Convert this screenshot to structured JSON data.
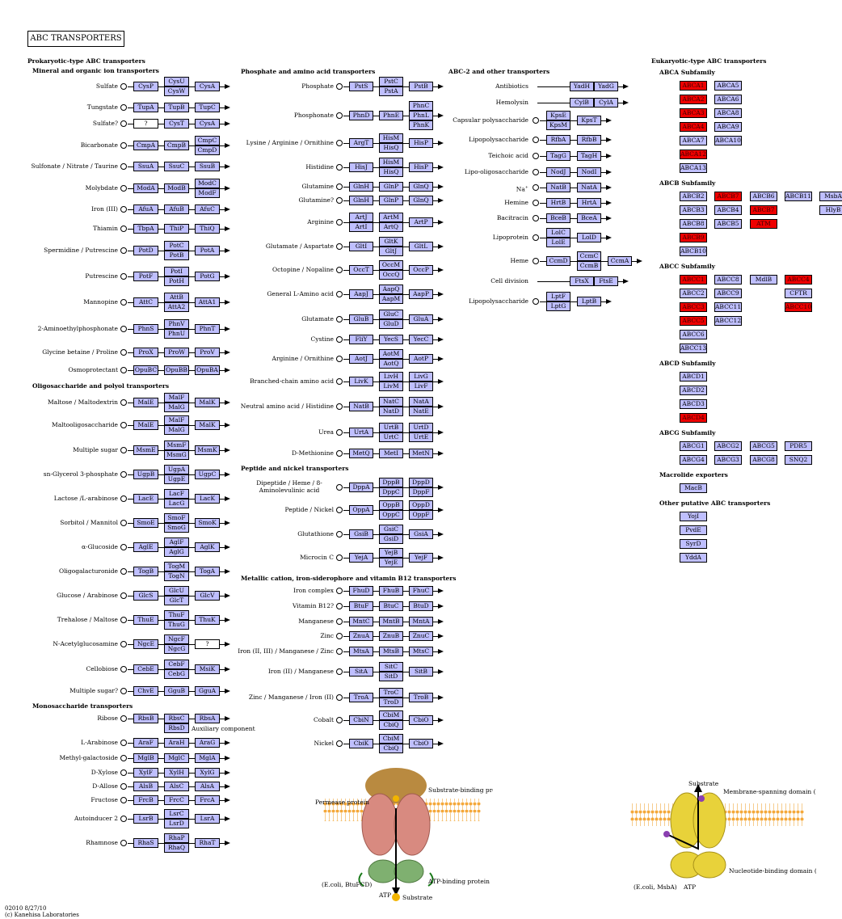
{
  "title": "ABC TRANSPORTERS",
  "sections": {
    "prokaryotic": "Prokaryotic-type ABC transporters",
    "mineral": "Mineral and organic ion transporters",
    "oligo": "Oligosaccharide and polyol transporters",
    "mono": "Monosaccharide transporters",
    "phosphate": "Phosphate and amino acid transporters",
    "peptide": "Peptide and nickel transporters",
    "metallic": "Metallic cation, iron-siderophore and vitamin B12 transporters",
    "abc2": "ABC-2 and other transporters",
    "eukaryotic": "Eukaryotic-type ABC transporters"
  },
  "col1_rows": [
    {
      "label": "Sulfate",
      "genes": [
        "CysP",
        [
          "CysU",
          "CysW"
        ],
        "CysA"
      ]
    },
    {
      "label": "Tungstate",
      "genes": [
        "TupA",
        "TupB",
        "TupC"
      ]
    },
    {
      "label": "Sulfate?",
      "genes": [
        "?",
        "CysT",
        "CysA"
      ]
    },
    {
      "label": "Bicarbonate",
      "genes": [
        "CmpA",
        "CmpB",
        [
          "CmpC",
          "CmpD"
        ]
      ]
    },
    {
      "label": "Sulfonate / Nitrate / Taurine",
      "genes": [
        "SsuA",
        "SsuC",
        "SsuB"
      ]
    },
    {
      "label": "Molybdate",
      "genes": [
        "ModA",
        "ModB",
        [
          "ModC",
          "ModF"
        ]
      ]
    },
    {
      "label": "Iron (III)",
      "genes": [
        "AfuA",
        "AfuB",
        "AfuC"
      ]
    },
    {
      "label": "Thiamin",
      "genes": [
        "TbpA",
        "ThiP",
        "ThiQ"
      ]
    },
    {
      "label": "Spermidine / Putrescine",
      "genes": [
        "PotD",
        [
          "PotC",
          "PotB"
        ],
        "PotA"
      ]
    },
    {
      "label": "Putrescine",
      "genes": [
        "PotF",
        [
          "PotI",
          "PotH"
        ],
        "PotG"
      ]
    },
    {
      "label": "Mannopine",
      "genes": [
        "AttC",
        [
          "AttB",
          "AttA2"
        ],
        "AttA1"
      ]
    },
    {
      "label": "2-Aminoethylphosphonate",
      "genes": [
        "PhnS",
        [
          "PhnV",
          "PhnU"
        ],
        "PhnT"
      ]
    },
    {
      "label": "Glycine betaine / Proline",
      "genes": [
        "ProX",
        "ProW",
        "ProV"
      ]
    },
    {
      "label": "Osmoprotectant",
      "genes": [
        "OpuBC",
        "OpuBB",
        "OpuBA"
      ]
    },
    {
      "label": "Maltose / Maltodextrin",
      "genes": [
        "MalE",
        [
          "MalF",
          "MalG"
        ],
        "MalK"
      ]
    },
    {
      "label": "Maltooligosaccharide",
      "genes": [
        "MalE",
        [
          "MalF",
          "MalG"
        ],
        "MalK"
      ]
    },
    {
      "label": "Multiple sugar",
      "genes": [
        "MsmE",
        [
          "MsmF",
          "MsmG"
        ],
        "MsmK"
      ]
    },
    {
      "label": "sn-Glycerol 3-phosphate",
      "genes": [
        "UgpB",
        [
          "UgpA",
          "UgpE"
        ],
        "UgpC"
      ]
    },
    {
      "label": "Lactose /L-arabinose",
      "genes": [
        "LacE",
        [
          "LacF",
          "LacG"
        ],
        "LacK"
      ]
    },
    {
      "label": "Sorbitol / Mannitol",
      "genes": [
        "SmoE",
        [
          "SmoF",
          "SmoG"
        ],
        "SmoK"
      ]
    },
    {
      "label": "α-Glucoside",
      "genes": [
        "AglE",
        [
          "AglF",
          "AglG"
        ],
        "AglK"
      ]
    },
    {
      "label": "Oligogalacturonide",
      "genes": [
        "TogB",
        [
          "TogM",
          "TogN"
        ],
        "TogA"
      ]
    },
    {
      "label": "Glucose / Arabinose",
      "genes": [
        "GlcS",
        [
          "GlcU",
          "GlcT"
        ],
        "GlcV"
      ]
    },
    {
      "label": "Trehalose / Maltose",
      "genes": [
        "ThuE",
        [
          "ThuF",
          "ThuG"
        ],
        "ThuK"
      ]
    },
    {
      "label": "N-Acetylglucosamine",
      "genes": [
        "NgcE",
        [
          "NgcF",
          "NgcG"
        ],
        "?"
      ]
    },
    {
      "label": "Cellobiose",
      "genes": [
        "CebE",
        [
          "CebF",
          "CebG"
        ],
        "MsiK"
      ]
    },
    {
      "label": "Multiple sugar?",
      "genes": [
        "ChvE",
        "GguB",
        "GguA"
      ]
    },
    {
      "label": "Ribose",
      "genes": [
        "RbsB",
        "RbsC",
        "RbsA"
      ],
      "extra": [
        "RbsD"
      ]
    },
    {
      "label": "L-Arabinose",
      "genes": [
        "AraF",
        "AraH",
        "AraG"
      ]
    },
    {
      "label": "Methyl-galactoside",
      "genes": [
        "MglB",
        "MglC",
        "MglA"
      ]
    },
    {
      "label": "D-Xylose",
      "genes": [
        "XylF",
        "XylH",
        "XylG"
      ]
    },
    {
      "label": "D-Allose",
      "genes": [
        "AlsB",
        "AlsC",
        "AlsA"
      ]
    },
    {
      "label": "Fructose",
      "genes": [
        "FrcB",
        "FrcC",
        "FrcA"
      ]
    },
    {
      "label": "Autoinducer 2",
      "genes": [
        "LsrB",
        [
          "LsrC",
          "LsrD"
        ],
        "LsrA"
      ]
    },
    {
      "label": "Rhamnose",
      "genes": [
        "RhaS",
        [
          "RhaP",
          "RhaQ"
        ],
        "RhaT"
      ]
    }
  ],
  "auxiliary_component": "Auxiliary component",
  "col2_rows": [
    {
      "label": "Phosphate",
      "genes": [
        "PstS",
        [
          "PstC",
          "PstA"
        ],
        "PstB"
      ]
    },
    {
      "label": "Phosphonate",
      "genes": [
        "PhnD",
        "PhnE",
        [
          "PhnC",
          "PhnL",
          "PhnK"
        ]
      ]
    },
    {
      "label": "Lysine / Arginine / Ornithine",
      "genes": [
        "ArgT",
        [
          "HisM",
          "HisQ"
        ],
        "HisP"
      ]
    },
    {
      "label": "Histidine",
      "genes": [
        "HisJ",
        [
          "HisM",
          "HisQ"
        ],
        "HisP"
      ]
    },
    {
      "label": "Glutamine",
      "genes": [
        "GlnH",
        "GlnP",
        "GlnQ"
      ]
    },
    {
      "label": "Glutamine?",
      "genes": [
        "GlnH",
        "GlnP",
        "GlnQ"
      ]
    },
    {
      "label": "Arginine",
      "genes": [
        [
          "ArtJ",
          "ArtI"
        ],
        [
          "ArtM",
          "ArtQ"
        ],
        "ArtP"
      ]
    },
    {
      "label": "Glutamate / Aspartate",
      "genes": [
        "GltI",
        [
          "GltK",
          "GltJ"
        ],
        "GltL"
      ]
    },
    {
      "label": "Octopine / Nopaline",
      "genes": [
        "OccT",
        [
          "OccM",
          "OccQ"
        ],
        "OccP"
      ]
    },
    {
      "label": "General L-Amino acid",
      "genes": [
        "AapJ",
        [
          "AapQ",
          "AapM"
        ],
        "AapP"
      ]
    },
    {
      "label": "Glutamate",
      "genes": [
        "GluB",
        [
          "GluC",
          "GluD"
        ],
        "GluA"
      ]
    },
    {
      "label": "Cystine",
      "genes": [
        "FliY",
        "YecS",
        "YecC"
      ]
    },
    {
      "label": "Arginine / Ornithine",
      "genes": [
        "AotJ",
        [
          "AotM",
          "AotQ"
        ],
        "AotP"
      ]
    },
    {
      "label": "Branched-chain amino acid",
      "genes": [
        "LivK",
        [
          "LivH",
          "LivM"
        ],
        [
          "LivG",
          "LivF"
        ]
      ]
    },
    {
      "label": "Neutral amino acid / Histidine",
      "genes": [
        "NatB",
        [
          "NatC",
          "NatD"
        ],
        [
          "NatA",
          "NatE"
        ]
      ]
    },
    {
      "label": "Urea",
      "genes": [
        "UrtA",
        [
          "UrtB",
          "UrtC"
        ],
        [
          "UrtD",
          "UrtE"
        ]
      ]
    },
    {
      "label": "D-Methionine",
      "genes": [
        "MetQ",
        "MetI",
        "MetN"
      ]
    },
    {
      "label": "Dipeptide / Heme / 8-Aminolevulinic acid",
      "genes": [
        "DppA",
        [
          "DppB",
          "DppC"
        ],
        [
          "DppD",
          "DppF"
        ]
      ]
    },
    {
      "label": "Peptide / Nickel",
      "genes": [
        "OppA",
        [
          "OppB",
          "OppC"
        ],
        [
          "OppD",
          "OppF"
        ]
      ]
    },
    {
      "label": "Glutathione",
      "genes": [
        "GsiB",
        [
          "GsiC",
          "GsiD"
        ],
        "GsiA"
      ]
    },
    {
      "label": "Microcin C",
      "genes": [
        "YejA",
        [
          "YejB",
          "YejE"
        ],
        "YejF"
      ]
    },
    {
      "label": "Iron complex",
      "genes": [
        "FhuD",
        "FhuB",
        "FhuC"
      ]
    },
    {
      "label": "Vitamin B12?",
      "genes": [
        "BtuF",
        "BtuC",
        "BtuD"
      ]
    },
    {
      "label": "Manganese",
      "genes": [
        "MntC",
        "MntB",
        "MntA"
      ]
    },
    {
      "label": "Zinc",
      "genes": [
        "ZnuA",
        "ZnuB",
        "ZnuC"
      ]
    },
    {
      "label": "Iron (II, III) / Manganese / Zinc",
      "genes": [
        "MtsA",
        "MtsB",
        "MtsC"
      ]
    },
    {
      "label": "Iron (II) / Manganese",
      "genes": [
        "SitA",
        [
          "SitC",
          "SitD"
        ],
        "SitB"
      ]
    },
    {
      "label": "Zinc / Manganese / Iron (II)",
      "genes": [
        "TroA",
        [
          "TroC",
          "TroD"
        ],
        "TroB"
      ]
    },
    {
      "label": "Cobalt",
      "genes": [
        "CbiN",
        [
          "CbiM",
          "CbiQ"
        ],
        "CbiO"
      ]
    },
    {
      "label": "Nickel",
      "genes": [
        "CbiK",
        [
          "CbiM",
          "CbiQ"
        ],
        "CbiO"
      ]
    }
  ],
  "col3_rows": [
    {
      "label": "Antibiotics",
      "genes": [
        "YadH",
        "YadG"
      ]
    },
    {
      "label": "Hemolysin",
      "genes": [
        "CylB",
        "CylA"
      ]
    },
    {
      "label": "Capsular polysaccharide",
      "genes": [
        [
          "KpsE",
          "KpsM"
        ],
        "KpsT"
      ]
    },
    {
      "label": "Lipopolysaccharide",
      "genes": [
        "RfbA",
        "RfbB"
      ]
    },
    {
      "label": "Teichoic acid",
      "genes": [
        "TagG",
        "TagH"
      ]
    },
    {
      "label": "Lipo-oligosaccharide",
      "genes": [
        "NodJ",
        "NodI"
      ]
    },
    {
      "label": "Na+",
      "genes": [
        "NatB",
        "NatA"
      ]
    },
    {
      "label": "Hemine",
      "genes": [
        "HrtB",
        "HrtA"
      ]
    },
    {
      "label": "Bacitracin",
      "genes": [
        "BceB",
        "BceA"
      ]
    },
    {
      "label": "Lipoprotein",
      "genes": [
        [
          "LolC",
          "LolE"
        ],
        "LolD"
      ]
    },
    {
      "label": "Heme",
      "genes": [
        "CcmD",
        [
          "CcmC",
          "CcmB"
        ],
        "CcmA"
      ]
    },
    {
      "label": "Cell division",
      "genes": [
        "FtsX",
        "FtsE"
      ]
    },
    {
      "label": "Lipopolysaccharide",
      "genes": [
        [
          "LptF",
          "LptG"
        ],
        "LptB"
      ]
    }
  ],
  "euk_groups": [
    {
      "name": "ABCA Subfamily",
      "rows": [
        [
          "ABCA1",
          "ABCA5"
        ],
        [
          "ABCA2",
          "ABCA6"
        ],
        [
          "ABCA3",
          "ABCA8"
        ],
        [
          "ABCA4",
          "ABCA9"
        ],
        [
          "ABCA7",
          "ABCA10"
        ],
        [
          "ABCA12"
        ],
        [
          "ABCA13"
        ]
      ]
    },
    {
      "name": "ABCB Subfamily",
      "rows": [
        [
          "ABCB2",
          "ABCB7",
          "ABCB6",
          "ABCB11",
          "MsbA"
        ],
        [
          "ABCB3",
          "ABCB4",
          "ABCB7b",
          "",
          "HlyB"
        ],
        [
          "ABCB8",
          "ABCB5",
          "ATM1"
        ],
        [
          "ABCB9"
        ],
        [
          "ABCB10"
        ]
      ]
    },
    {
      "name": "ABCC Subfamily",
      "rows": [
        [
          "ABCC1",
          "ABCC8",
          "MdlB",
          "ABCC4"
        ],
        [
          "ABCC2",
          "ABCC9",
          "",
          "CFTR"
        ],
        [
          "ABCC3",
          "ABCC11",
          "",
          "ABCC10"
        ],
        [
          "ABCC5",
          "ABCC12"
        ],
        [
          "ABCC6"
        ],
        [
          "ABCC13"
        ]
      ]
    },
    {
      "name": "ABCD Subfamily",
      "rows": [
        [
          "ABCD1"
        ],
        [
          "ABCD2"
        ],
        [
          "ABCD3"
        ],
        [
          "ABCD4"
        ]
      ]
    },
    {
      "name": "ABCG Subfamily",
      "rows": [
        [
          "ABCG1",
          "ABCG2",
          "ABCG5",
          "PDR5"
        ],
        [
          "ABCG4",
          "ABCG3",
          "ABCG8",
          "SNQ2"
        ]
      ]
    },
    {
      "name": "Macrolide exporters",
      "rows": [
        [
          "MacB"
        ]
      ]
    },
    {
      "name": "Other putative ABC transporters",
      "rows": [
        [
          "YojI"
        ],
        [
          "PvdE"
        ],
        [
          "SyrD"
        ],
        [
          "YddA"
        ]
      ]
    }
  ],
  "red_genes": [
    "ABCA1",
    "ABCA2",
    "ABCA3",
    "ABCA4",
    "ABCA12",
    "ABCB7",
    "ABCB7b",
    "ATM1",
    "ABCB9",
    "ABCC1",
    "ABCC4",
    "ABCC3",
    "ABCC10",
    "ABCC5",
    "ABCD4"
  ],
  "euk_display": {
    "ABCB7b": "ABCB7",
    "ATM1": "ATM"
  },
  "illustration_left": {
    "permease": "Permease protein",
    "substrate_binding": "Substrate-binding protein",
    "atp_binding": "ATP-binding protein",
    "organism": "(E.coli, BtuFCD)",
    "atp": "ATP",
    "substrate": "Substrate"
  },
  "illustration_right": {
    "substrate": "Substrate",
    "msd": "Membrane-spanning domain (MSD)",
    "nbd": "Nucleotide-binding domain (NBD)",
    "organism": "(E.coli, MsbA)",
    "atp": "ATP"
  },
  "footer": {
    "line1": "02010 8/27/10",
    "line2": "(c) Kanehisa Laboratories"
  },
  "colors": {
    "gene_fill": "#bfbfff",
    "highlight": "#ee0000"
  }
}
